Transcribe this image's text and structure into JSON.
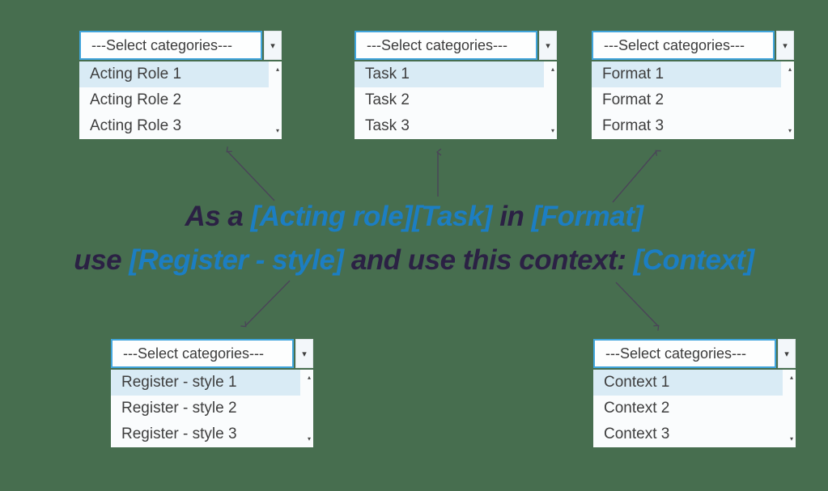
{
  "canvas": {
    "background_color": "#476e4f"
  },
  "colors": {
    "combo_border": "#41a5dc",
    "highlight_row": "#d9ebf5",
    "prompt_dark": "#2b2144",
    "prompt_blue": "#1c7ec3",
    "connector": "#4a4458"
  },
  "icons": {
    "dropdown_arrow": "▾",
    "scroll_up": "▴",
    "scroll_down": "▾"
  },
  "dropdowns": {
    "acting_role": {
      "placeholder": "---Select categories---",
      "options": [
        "Acting Role 1",
        "Acting Role 2",
        "Acting Role 3"
      ],
      "highlighted": "Acting Role 1"
    },
    "task": {
      "placeholder": "---Select categories---",
      "options": [
        "Task 1",
        "Task 2",
        "Task 3"
      ],
      "highlighted": "Task 1"
    },
    "format": {
      "placeholder": "---Select categories---",
      "options": [
        "Format 1",
        "Format 2",
        "Format 3"
      ],
      "highlighted": "Format 1"
    },
    "register_style": {
      "placeholder": "---Select categories---",
      "options": [
        "Register - style 1",
        "Register - style 2",
        "Register - style 3"
      ],
      "highlighted": "Register - style 1"
    },
    "context": {
      "placeholder": "---Select categories---",
      "options": [
        "Context 1",
        "Context 2",
        "Context 3"
      ],
      "highlighted": "Context 1"
    }
  },
  "prompt": {
    "line1": {
      "s0": "As a ",
      "s1": "[Acting role]",
      "s2": "[Task]",
      "s3": " in ",
      "s4": "[Format]"
    },
    "line2": {
      "s0": "use ",
      "s1": "[Register - style]",
      "s2": " and use this context: ",
      "s3": "[Context]"
    }
  }
}
